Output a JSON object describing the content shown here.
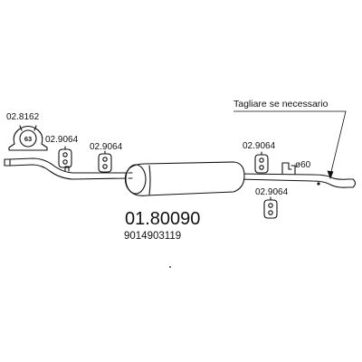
{
  "diagram": {
    "cut_note": "Tagliare se necessario",
    "part_code": "01.80090",
    "oe_reference": "9014903119",
    "diameter_label": "ø60",
    "clamp": {
      "code": "02.8162",
      "size": "63"
    },
    "hangers": [
      {
        "code": "02.9064"
      },
      {
        "code": "02.9064"
      },
      {
        "code": "02.9064"
      },
      {
        "code": "02.9064"
      }
    ]
  }
}
